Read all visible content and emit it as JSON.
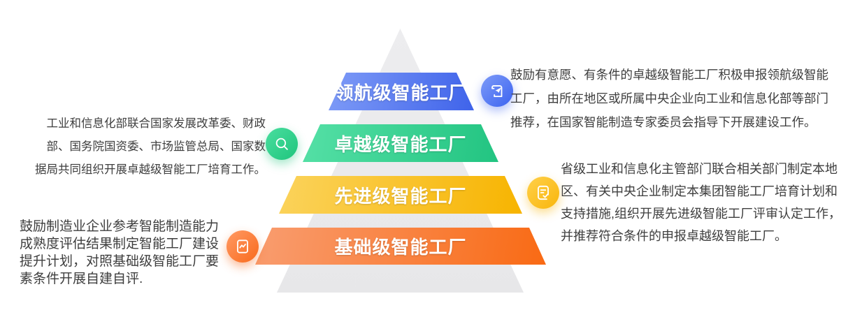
{
  "pyramid": {
    "background_color": "#e9e9eb",
    "levels": [
      {
        "id": "navigator",
        "label": "领航级智能工厂",
        "color_from": "#7e9bf7",
        "color_to": "#3f63ea"
      },
      {
        "id": "excellence",
        "label": "卓越级智能工厂",
        "color_from": "#55e0a6",
        "color_to": "#22c481"
      },
      {
        "id": "advanced",
        "label": "先进级智能工厂",
        "color_from": "#fbd35c",
        "color_to": "#f7b400"
      },
      {
        "id": "basic",
        "label": "基础级智能工厂",
        "color_from": "#f99d70",
        "color_to": "#f96a14"
      }
    ]
  },
  "annotations": {
    "top_right": {
      "icon": "scroll-send-icon",
      "icon_from": "#7d9bf8",
      "icon_to": "#3c63f0",
      "lines": [
        "鼓励有意愿、有条件的卓越级智能工厂积极申报领航级智能",
        "工厂，由所在地区或所属中央企业向工业和信息化部等部门",
        "推荐，在国家智能制造专家委员会指导下开展建设工作。"
      ]
    },
    "mid_left": {
      "icon": "search-icon",
      "icon_from": "#4ade9f",
      "icon_to": "#1fc57d",
      "lines": [
        "工业和信息化部联合国家发展改革委、财政",
        "部、国务院国资委、市场监管总局、国家数",
        "据局共同组织开展卓越级智能工厂培育工作。"
      ]
    },
    "mid_right": {
      "icon": "document-check-icon",
      "icon_from": "#ffd04a",
      "icon_to": "#f9b60b",
      "lines": [
        "省级工业和信息化主管部门联合相关部门制定本地",
        "区、有关中央企业制定本集团智能工厂培育计划和",
        "支持措施,组织开展先进级智能工厂评审认定工作，",
        "并推荐符合条件的申报卓越级智能工厂。"
      ]
    },
    "bottom_left": {
      "icon": "document-chart-icon",
      "icon_from": "#ff9a64",
      "icon_to": "#f96a1c",
      "lines": [
        "鼓励制造业企业参考智能制造能力",
        "成熟度评估结果制定智能工厂建设",
        "提升计划，对照基础级智能工厂要",
        "素条件开展自建自评."
      ]
    }
  },
  "text_color": "#3e3e3e"
}
